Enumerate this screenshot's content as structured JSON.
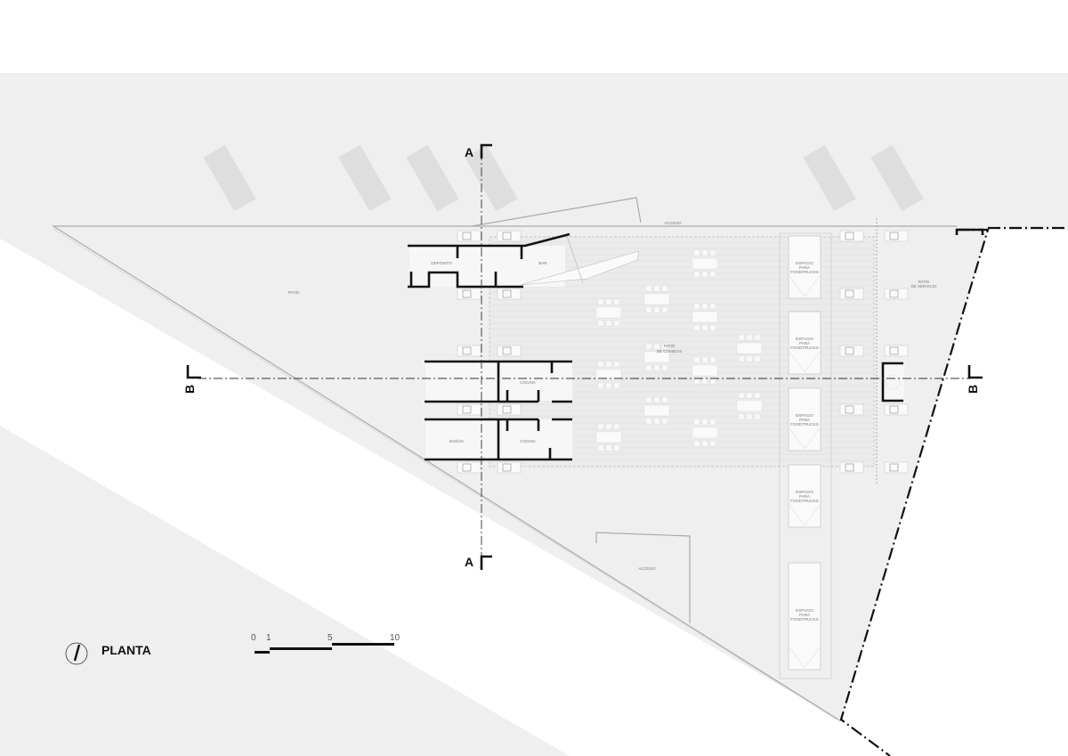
{
  "title": "PLANTA",
  "scale_bar": {
    "ticks": [
      "0",
      "1",
      "5",
      "10"
    ]
  },
  "section_marks": {
    "a_top": "A",
    "a_bottom": "A",
    "b_left": "B",
    "b_right": "B"
  },
  "rooms": {
    "acceso_top": "ACCESO",
    "patio": "PATIO",
    "deposito": "DEPOSITO",
    "bar": "BAR",
    "patio_comidas_1": "PATIO",
    "patio_comidas_2": "DE COMIDAS",
    "cocina_1": "COCINA",
    "cocina_2": "COCINA",
    "banos": "BAÑOS",
    "patio_servicio_1": "PATIO",
    "patio_servicio_2": "DE SERVICIO",
    "acceso_bottom": "ACCESO"
  },
  "foodtrucks": [
    [
      "ESPACIO",
      "PARA",
      "FOODTRUCKS"
    ],
    [
      "ESPACIO",
      "PARA",
      "FOODTRUCKS"
    ],
    [
      "ESPACIO",
      "PARA",
      "FOODTRUCKS"
    ],
    [
      "ESPACIO",
      "PARA",
      "FOODTRUCKS"
    ],
    [
      "ESPACIO",
      "PARA",
      "FOODTRUCKS"
    ]
  ],
  "colors": {
    "ground": "#efefef",
    "wall": "#111111",
    "line": "#bbbbbb"
  }
}
